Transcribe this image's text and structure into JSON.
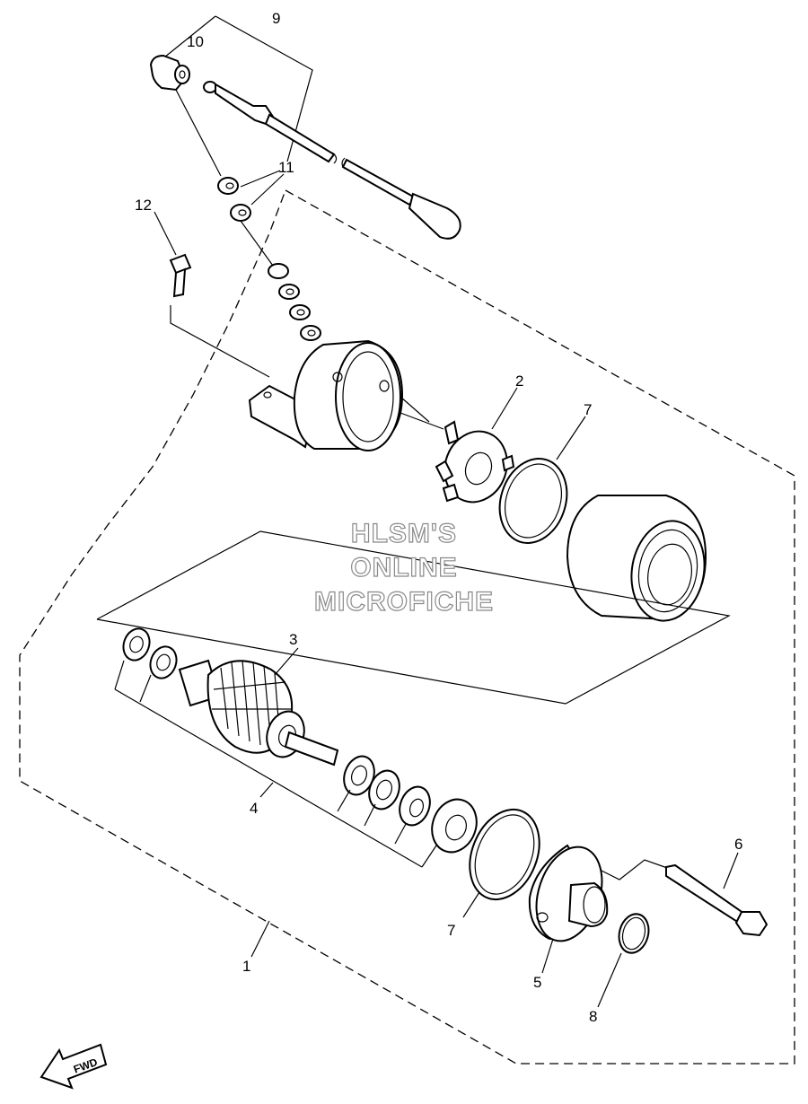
{
  "callouts": {
    "c1": "1",
    "c2": "2",
    "c3": "3",
    "c4": "4",
    "c5": "5",
    "c6": "6",
    "c7a": "7",
    "c7b": "7",
    "c8": "8",
    "c9": "9",
    "c10": "10",
    "c11": "11",
    "c12": "12"
  },
  "watermark": {
    "line1": "HLSM'S",
    "line2": "ONLINE",
    "line3": "MICROFICHE"
  },
  "direction_arrow": {
    "label": "FWD",
    "icon": "fwd-arrow-icon"
  },
  "colors": {
    "ink": "#000000",
    "background": "#ffffff",
    "watermark_outline": "#8a8a8a"
  }
}
